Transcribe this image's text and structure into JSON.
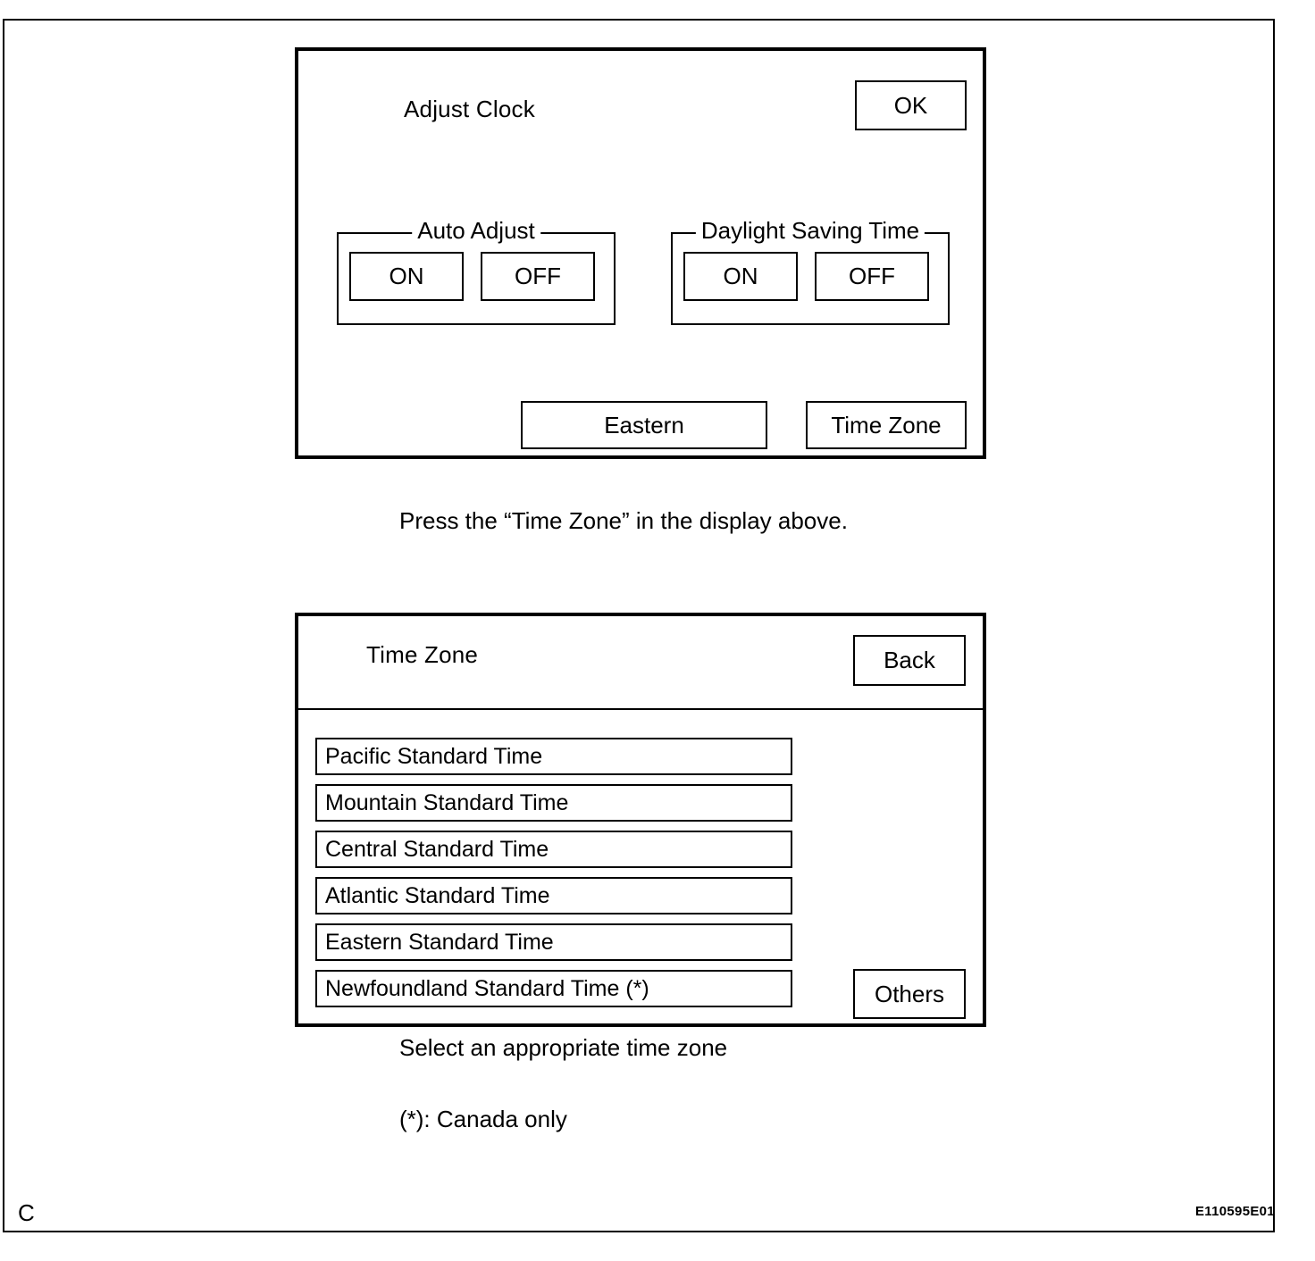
{
  "figure": {
    "corner_letter": "C",
    "code": "E110595E01"
  },
  "clock_screen": {
    "title": "Adjust Clock",
    "ok_label": "OK",
    "auto_adjust": {
      "legend": "Auto Adjust",
      "on_label": "ON",
      "off_label": "OFF"
    },
    "daylight_saving": {
      "legend": "Daylight Saving Time",
      "on_label": "ON",
      "off_label": "OFF"
    },
    "current_zone_label": "Eastern",
    "timezone_button_label": "Time Zone"
  },
  "caption_press": "Press the “Time Zone” in the display above.",
  "timezone_screen": {
    "title": "Time Zone",
    "back_label": "Back",
    "others_label": "Others",
    "items": [
      "Pacific Standard Time",
      "Mountain Standard Time",
      "Central Standard Time",
      "Atlantic Standard Time",
      "Eastern Standard Time",
      "Newfoundland Standard Time (*)"
    ]
  },
  "caption_select": "Select an appropriate time zone",
  "caption_canada": "(*): Canada only"
}
